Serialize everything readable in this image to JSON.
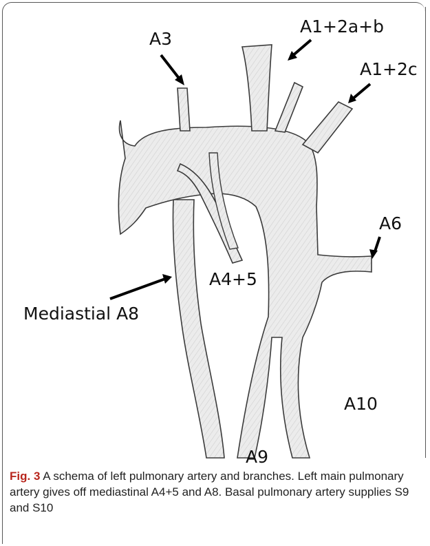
{
  "labels": {
    "a3": "A3",
    "a12ab": "A1+2a+b",
    "a12c": "A1+2c",
    "a6": "A6",
    "a45": "A4+5",
    "a8": "Mediastial A8",
    "a10": "A10",
    "a9": "A9"
  },
  "caption": {
    "figno": "Fig. 3",
    "text": "A schema of left pulmonary artery and branches. Left main pulmonary artery gives off mediastinal A4+5 and A8. Basal pulmonary artery supplies S9 and S10"
  },
  "colors": {
    "vessel_fill": "#e9e9e9",
    "vessel_stroke": "#3a3a3a",
    "figno": "#b8261d"
  }
}
